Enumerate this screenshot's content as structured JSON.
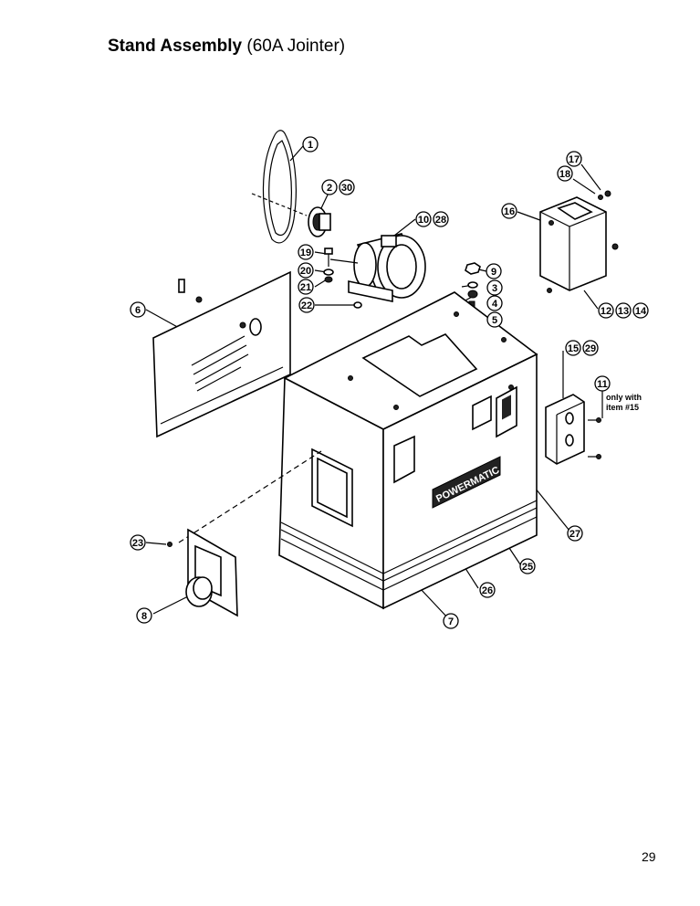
{
  "title": {
    "bold": "Stand Assembly",
    "normal": "(60A Jointer)"
  },
  "page_number": "29",
  "brand_label": "POWERMATIC",
  "note_text": [
    "only with",
    "item #15"
  ],
  "callouts": [
    "1",
    "2",
    "30",
    "10",
    "28",
    "19",
    "20",
    "21",
    "22",
    "9",
    "3",
    "4",
    "5",
    "6",
    "16",
    "17",
    "18",
    "12",
    "13",
    "14",
    "15",
    "29",
    "11",
    "23",
    "8",
    "7",
    "26",
    "25",
    "27"
  ]
}
